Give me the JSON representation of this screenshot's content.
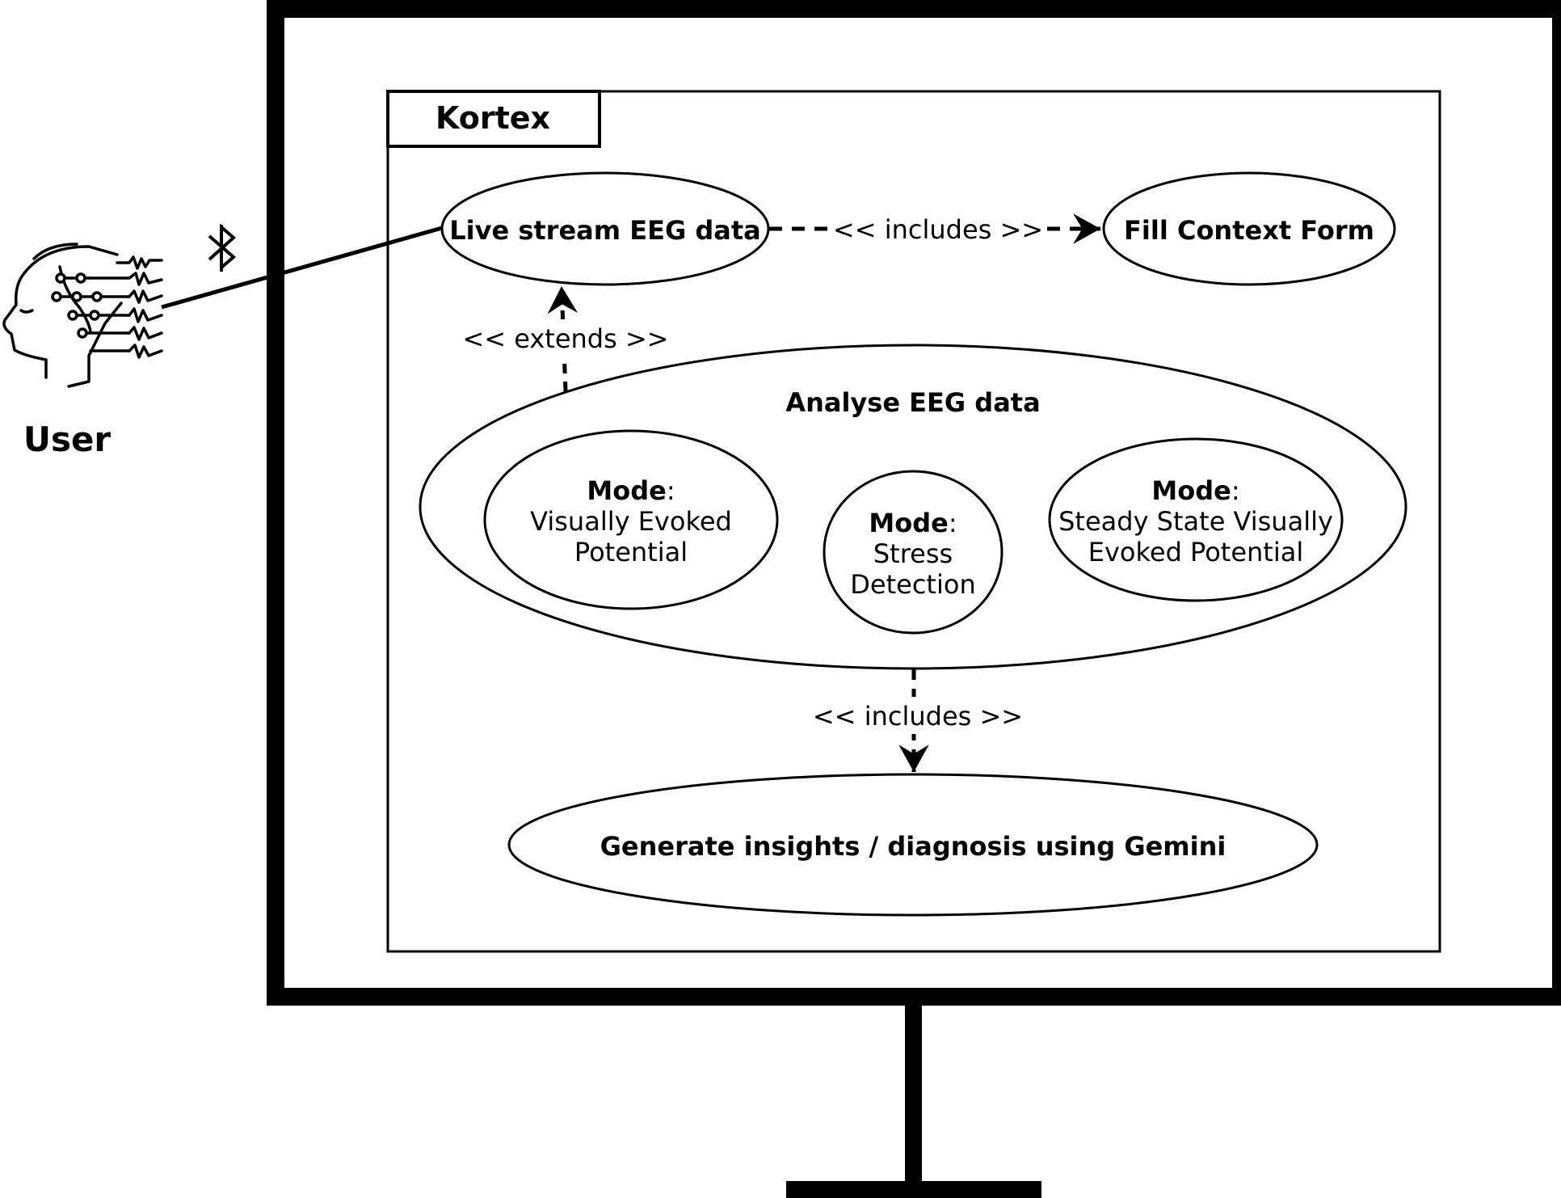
{
  "actor": {
    "label": "User",
    "icon": "brain-circuit-head-icon"
  },
  "connection": {
    "icon": "bluetooth-icon"
  },
  "system": {
    "title": "Kortex"
  },
  "use_cases": {
    "live_stream": "Live stream EEG data",
    "fill_context": "Fill Context Form",
    "analyse": "Analyse EEG data",
    "generate": "Generate insights / diagnosis using Gemini"
  },
  "modes": {
    "vep": {
      "title": "Mode",
      "sep": ":",
      "line1": "Visually Evoked",
      "line2": "Potential"
    },
    "stress": {
      "title": "Mode",
      "sep": ":",
      "line1": "Stress",
      "line2": "Detection"
    },
    "ssvep": {
      "title": "Mode",
      "sep": ":",
      "line1": "Steady State Visually",
      "line2": "Evoked Potential"
    }
  },
  "relations": {
    "includes_top": "<< includes >>",
    "extends": "<< extends >>",
    "includes_bottom": "<< includes >>"
  }
}
